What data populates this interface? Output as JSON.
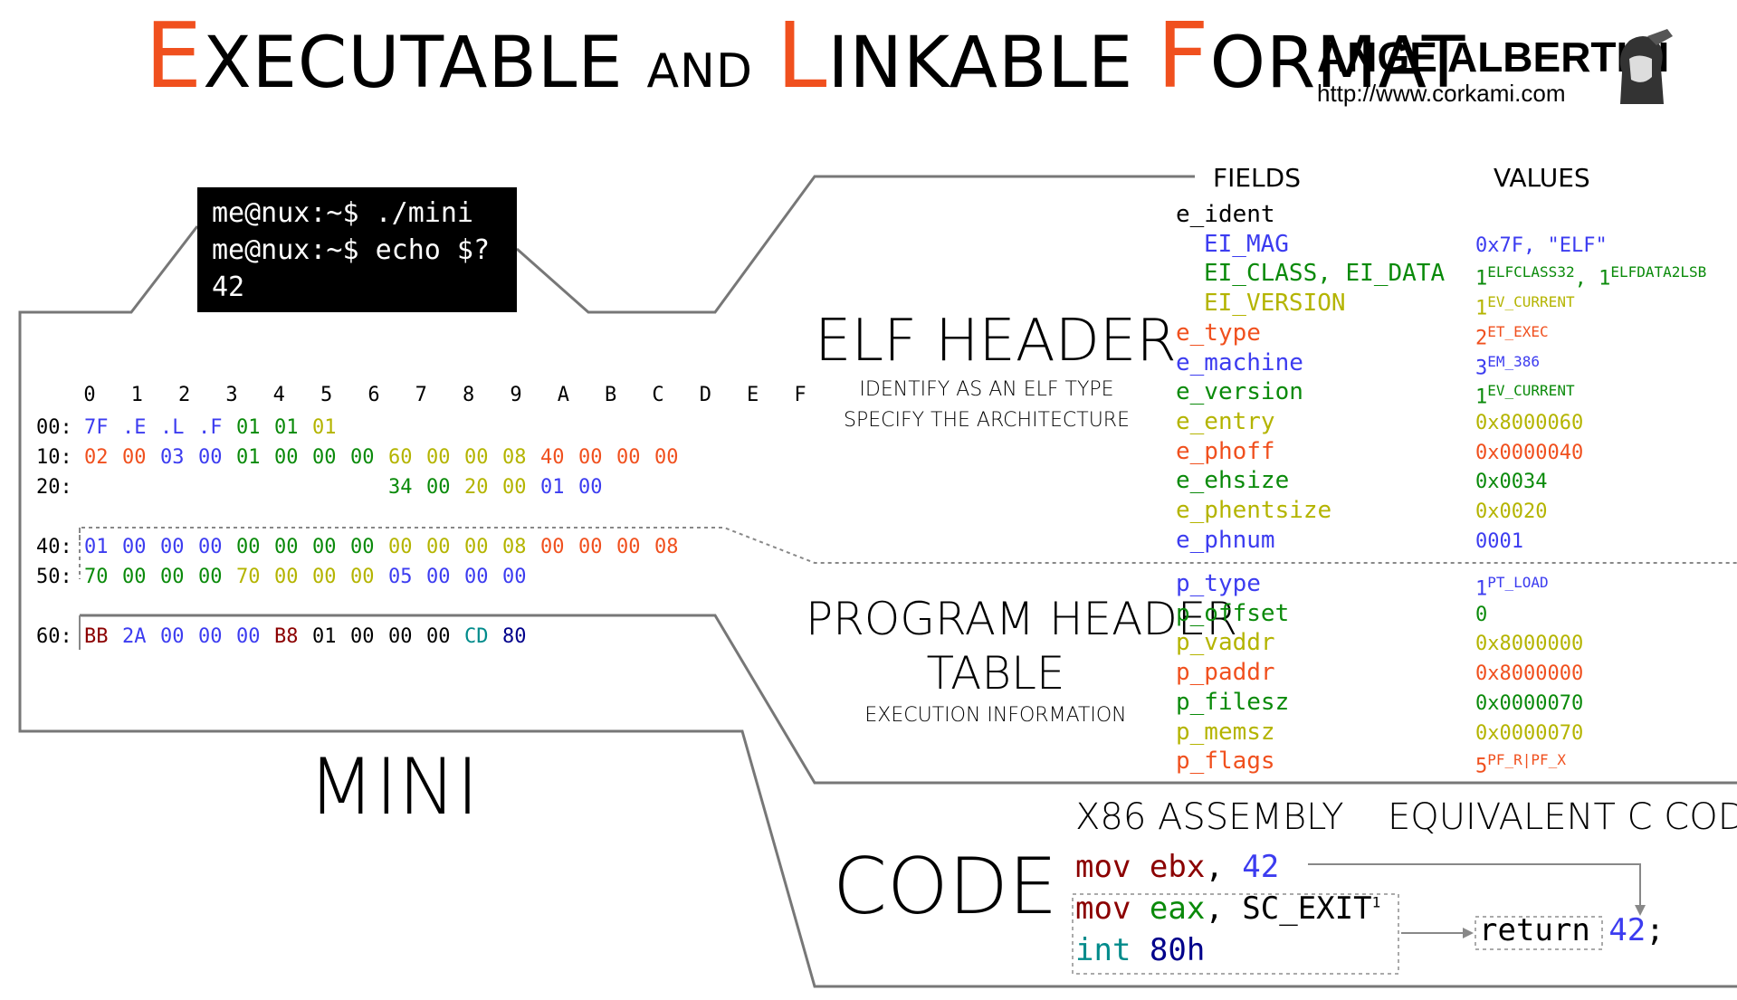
{
  "title": {
    "E": "E",
    "xecutable": "XECUTABLE",
    "and": "AND",
    "L": "L",
    "inkable": "INKABLE",
    "F": "F",
    "ormat": "ORMAT"
  },
  "author": {
    "name": "ANGE ALBERTINI",
    "url": "http://www.corkami.com"
  },
  "terminal": {
    "lines": [
      "me@nux:~$ ./mini",
      "me@nux:~$ echo $?",
      "42"
    ]
  },
  "columns": {
    "fields": "FIELDS",
    "values": "VALUES"
  },
  "elf_header": {
    "title": "ELF HEADER",
    "sub1": "IDENTIFY AS AN ELF TYPE",
    "sub2": "SPECIFY THE ARCHITECTURE",
    "fields": [
      {
        "name": "e_ident",
        "value": "",
        "value_sup": "",
        "color": "#000000"
      },
      {
        "name": "EI_MAG",
        "value": "0x7F, \"ELF\"",
        "value_sup": "",
        "color": "#3c3cf0"
      },
      {
        "name": "EI_CLASS, EI_DATA",
        "value": "1",
        "value_sup": "ELFCLASS32",
        "value2": ", 1",
        "value2_sup": "ELFDATA2LSB",
        "color": "#0a8a0a"
      },
      {
        "name": "EI_VERSION",
        "value": "1",
        "value_sup": "EV_CURRENT",
        "color": "#b4b400"
      },
      {
        "name": "e_type",
        "value": "2",
        "value_sup": "ET_EXEC",
        "color": "#f0501e"
      },
      {
        "name": "e_machine",
        "value": "3",
        "value_sup": "EM_386",
        "color": "#3c3cf0"
      },
      {
        "name": "e_version",
        "value": "1",
        "value_sup": "EV_CURRENT",
        "color": "#0a8a0a"
      },
      {
        "name": "e_entry",
        "value": "0x8000060",
        "value_sup": "",
        "color": "#b4b400"
      },
      {
        "name": "e_phoff",
        "value": "0x0000040",
        "value_sup": "",
        "color": "#f0501e"
      },
      {
        "name": "e_ehsize",
        "value": "0x0034",
        "value_sup": "",
        "color": "#0a8a0a"
      },
      {
        "name": "e_phentsize",
        "value": "0x0020",
        "value_sup": "",
        "color": "#b4b400"
      },
      {
        "name": "e_phnum",
        "value": "0001",
        "value_sup": "",
        "color": "#3c3cf0"
      }
    ]
  },
  "program_header": {
    "title1": "PROGRAM HEADER",
    "title2": "TABLE",
    "sub": "EXECUTION INFORMATION",
    "fields": [
      {
        "name": "p_type",
        "value": "1",
        "value_sup": "PT_LOAD",
        "color": "#3c3cf0"
      },
      {
        "name": "p_offset",
        "value": "0",
        "value_sup": "",
        "color": "#0a8a0a"
      },
      {
        "name": "p_vaddr",
        "value": "0x8000000",
        "value_sup": "",
        "color": "#b4b400"
      },
      {
        "name": "p_paddr",
        "value": "0x8000000",
        "value_sup": "",
        "color": "#f0501e"
      },
      {
        "name": "p_filesz",
        "value": "0x0000070",
        "value_sup": "",
        "color": "#0a8a0a"
      },
      {
        "name": "p_memsz",
        "value": "0x0000070",
        "value_sup": "",
        "color": "#b4b400"
      },
      {
        "name": "p_flags",
        "value": "5",
        "value_sup": "PF_R|PF_X",
        "color": "#f0501e"
      }
    ]
  },
  "hexdump": {
    "header": "   0  1  2  3  4  5  6  7  8  9  A  B  C  D  E  F",
    "rows": [
      {
        "addr": "00:",
        "bytes": [
          [
            "7F",
            "#3c3cf0"
          ],
          [
            ".E",
            "#3c3cf0"
          ],
          [
            ".L",
            "#3c3cf0"
          ],
          [
            ".F",
            "#3c3cf0"
          ],
          [
            "01",
            "#0a8a0a"
          ],
          [
            "01",
            "#0a8a0a"
          ],
          [
            "01",
            "#b4b400"
          ]
        ]
      },
      {
        "addr": "10:",
        "bytes": [
          [
            "02",
            "#f0501e"
          ],
          [
            "00",
            "#f0501e"
          ],
          [
            "03",
            "#3c3cf0"
          ],
          [
            "00",
            "#3c3cf0"
          ],
          [
            "01",
            "#0a8a0a"
          ],
          [
            "00",
            "#0a8a0a"
          ],
          [
            "00",
            "#0a8a0a"
          ],
          [
            "00",
            "#0a8a0a"
          ],
          [
            "60",
            "#b4b400"
          ],
          [
            "00",
            "#b4b400"
          ],
          [
            "00",
            "#b4b400"
          ],
          [
            "08",
            "#b4b400"
          ],
          [
            "40",
            "#f0501e"
          ],
          [
            "00",
            "#f0501e"
          ],
          [
            "00",
            "#f0501e"
          ],
          [
            "00",
            "#f0501e"
          ]
        ]
      },
      {
        "addr": "20:",
        "bytes": [
          [
            "",
            ""
          ],
          [
            "",
            ""
          ],
          [
            "",
            ""
          ],
          [
            "",
            ""
          ],
          [
            "",
            ""
          ],
          [
            "",
            ""
          ],
          [
            "",
            ""
          ],
          [
            "",
            ""
          ],
          [
            "34",
            "#0a8a0a"
          ],
          [
            "00",
            "#0a8a0a"
          ],
          [
            "20",
            "#b4b400"
          ],
          [
            "00",
            "#b4b400"
          ],
          [
            "01",
            "#3c3cf0"
          ],
          [
            "00",
            "#3c3cf0"
          ]
        ]
      },
      {
        "addr": "40:",
        "bytes": [
          [
            "01",
            "#3c3cf0"
          ],
          [
            "00",
            "#3c3cf0"
          ],
          [
            "00",
            "#3c3cf0"
          ],
          [
            "00",
            "#3c3cf0"
          ],
          [
            "00",
            "#0a8a0a"
          ],
          [
            "00",
            "#0a8a0a"
          ],
          [
            "00",
            "#0a8a0a"
          ],
          [
            "00",
            "#0a8a0a"
          ],
          [
            "00",
            "#b4b400"
          ],
          [
            "00",
            "#b4b400"
          ],
          [
            "00",
            "#b4b400"
          ],
          [
            "08",
            "#b4b400"
          ],
          [
            "00",
            "#f0501e"
          ],
          [
            "00",
            "#f0501e"
          ],
          [
            "00",
            "#f0501e"
          ],
          [
            "08",
            "#f0501e"
          ]
        ]
      },
      {
        "addr": "50:",
        "bytes": [
          [
            "70",
            "#0a8a0a"
          ],
          [
            "00",
            "#0a8a0a"
          ],
          [
            "00",
            "#0a8a0a"
          ],
          [
            "00",
            "#0a8a0a"
          ],
          [
            "70",
            "#b4b400"
          ],
          [
            "00",
            "#b4b400"
          ],
          [
            "00",
            "#b4b400"
          ],
          [
            "00",
            "#b4b400"
          ],
          [
            "05",
            "#3c3cf0"
          ],
          [
            "00",
            "#3c3cf0"
          ],
          [
            "00",
            "#3c3cf0"
          ],
          [
            "00",
            "#3c3cf0"
          ]
        ]
      },
      {
        "addr": "60:",
        "bytes": [
          [
            "BB",
            "#8b0000"
          ],
          [
            "2A",
            "#3c3cf0"
          ],
          [
            "00",
            "#3c3cf0"
          ],
          [
            "00",
            "#3c3cf0"
          ],
          [
            "00",
            "#3c3cf0"
          ],
          [
            "B8",
            "#8b0000"
          ],
          [
            "01",
            "#000000"
          ],
          [
            "00",
            "#000000"
          ],
          [
            "00",
            "#000000"
          ],
          [
            "00",
            "#000000"
          ],
          [
            "CD",
            "#008b8b"
          ],
          [
            "80",
            "#00008b"
          ]
        ]
      }
    ]
  },
  "mini": "MINI",
  "code": {
    "title": "CODE",
    "asm_head": "X86 ASSEMBLY",
    "c_head": "EQUIVALENT C CODE",
    "line1": {
      "op": "mov",
      "reg": "ebx",
      "sep": ",",
      "arg": "42"
    },
    "line2": {
      "op": "mov",
      "reg": "eax",
      "sep": ",",
      "arg": "SC_EXIT",
      "sup": "1"
    },
    "line3": {
      "op": "int",
      "arg": "80h"
    },
    "c_return": "return",
    "c_value": "42",
    "c_semicolon": ";"
  }
}
